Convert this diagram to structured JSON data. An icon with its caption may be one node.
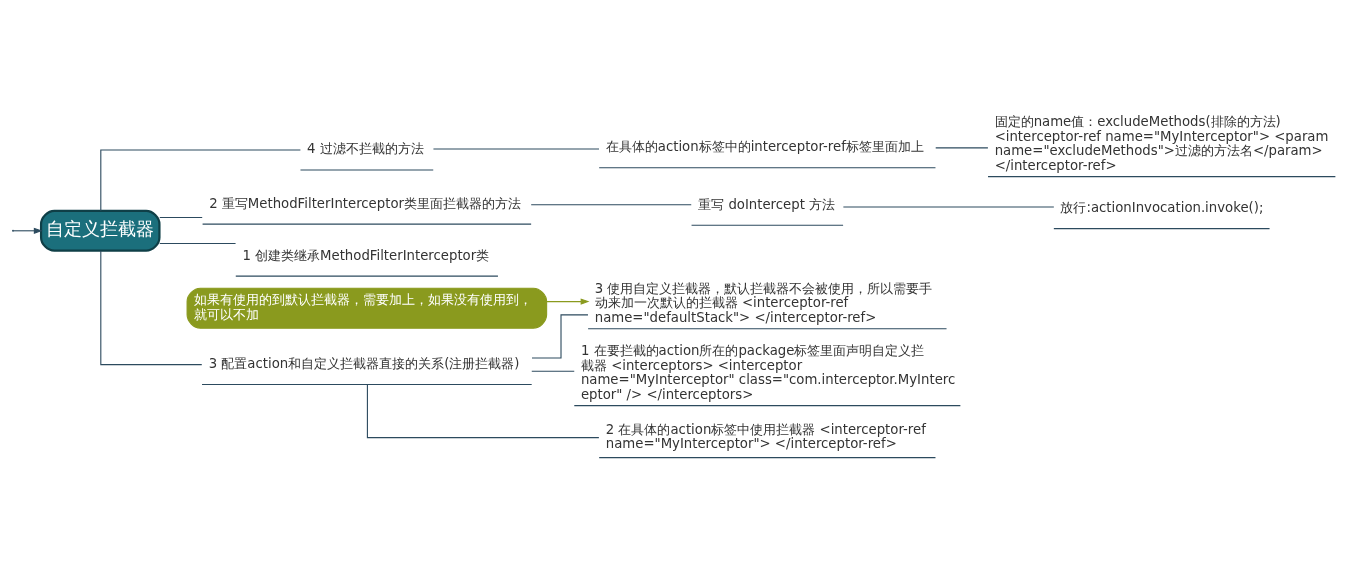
{
  "diagram": {
    "nodes": [
      {
        "text": [
          "自定义拦截器"
        ]
      },
      {
        "text": [
          "1 创建类继承MethodFilterInterceptor类"
        ]
      },
      {
        "text": [
          "2 重写MethodFilterInterceptor类里面拦截器的方法"
        ]
      },
      {
        "text": [
          "重写 doIntercept 方法"
        ]
      },
      {
        "text": [
          "放行:actionInvocation.invoke();"
        ]
      },
      {
        "text": [
          "3 配置action和自定义拦截器直接的关系(注册拦截器)"
        ]
      },
      {
        "text": [
          "1 在要拦截的action所在的package标签里面声明自定义拦截器 <interceptors> <interceptor name=\"MyInterceptor\" class=\"com.interceptor.MyInterceptor\" /> </interceptors>"
        ]
      },
      {
        "text": [
          "2 在具体的action标签中使用拦截器 <interceptor-ref name=\"MyInterceptor\"> </interceptor-ref>"
        ]
      },
      {
        "text": [
          "如果有使用的到默认拦截器，需要加上，如果没有使用到，就可以不加"
        ]
      },
      {
        "text": [
          "3 使用自定义拦截器，默认拦截器不会被使用，所以需要手动来加一次默认的拦截器 <interceptor-ref name=\"defaultStack\"> </interceptor-ref>"
        ]
      },
      {
        "text": [
          "4 过滤不拦截的方法"
        ]
      },
      {
        "text": [
          "在具体的action标签中的interceptor-ref标签里面加上"
        ]
      },
      {
        "text": [
          "固定的name值：excludeMethods(排除的方法) <interceptor-ref name=\"MyInterceptor\"> <param name=\"excludeMethods\">过滤的方法名</param> </interceptor-ref>"
        ]
      }
    ],
    "edges": [
      {
        "from": null,
        "to": 0,
        "arrow": "to"
      },
      {
        "from": 0,
        "to": 1,
        "arrow": "none"
      },
      {
        "from": 0,
        "to": 2,
        "arrow": "none"
      },
      {
        "from": 2,
        "to": 3,
        "arrow": "none"
      },
      {
        "from": 3,
        "to": 4,
        "arrow": "none"
      },
      {
        "from": 0,
        "to": 5,
        "arrow": "none"
      },
      {
        "from": 5,
        "to": 6,
        "arrow": "none"
      },
      {
        "from": 5,
        "to": 7,
        "arrow": "none"
      },
      {
        "from": 8,
        "to": 9,
        "arrow": "to",
        "color": "#8a9a1e"
      },
      {
        "from": 5,
        "to": 9,
        "arrow": "none"
      },
      {
        "from": 0,
        "to": 10,
        "arrow": "none"
      },
      {
        "from": 10,
        "to": 11,
        "arrow": "none"
      },
      {
        "from": 11,
        "to": 12,
        "arrow": "none"
      }
    ]
  }
}
